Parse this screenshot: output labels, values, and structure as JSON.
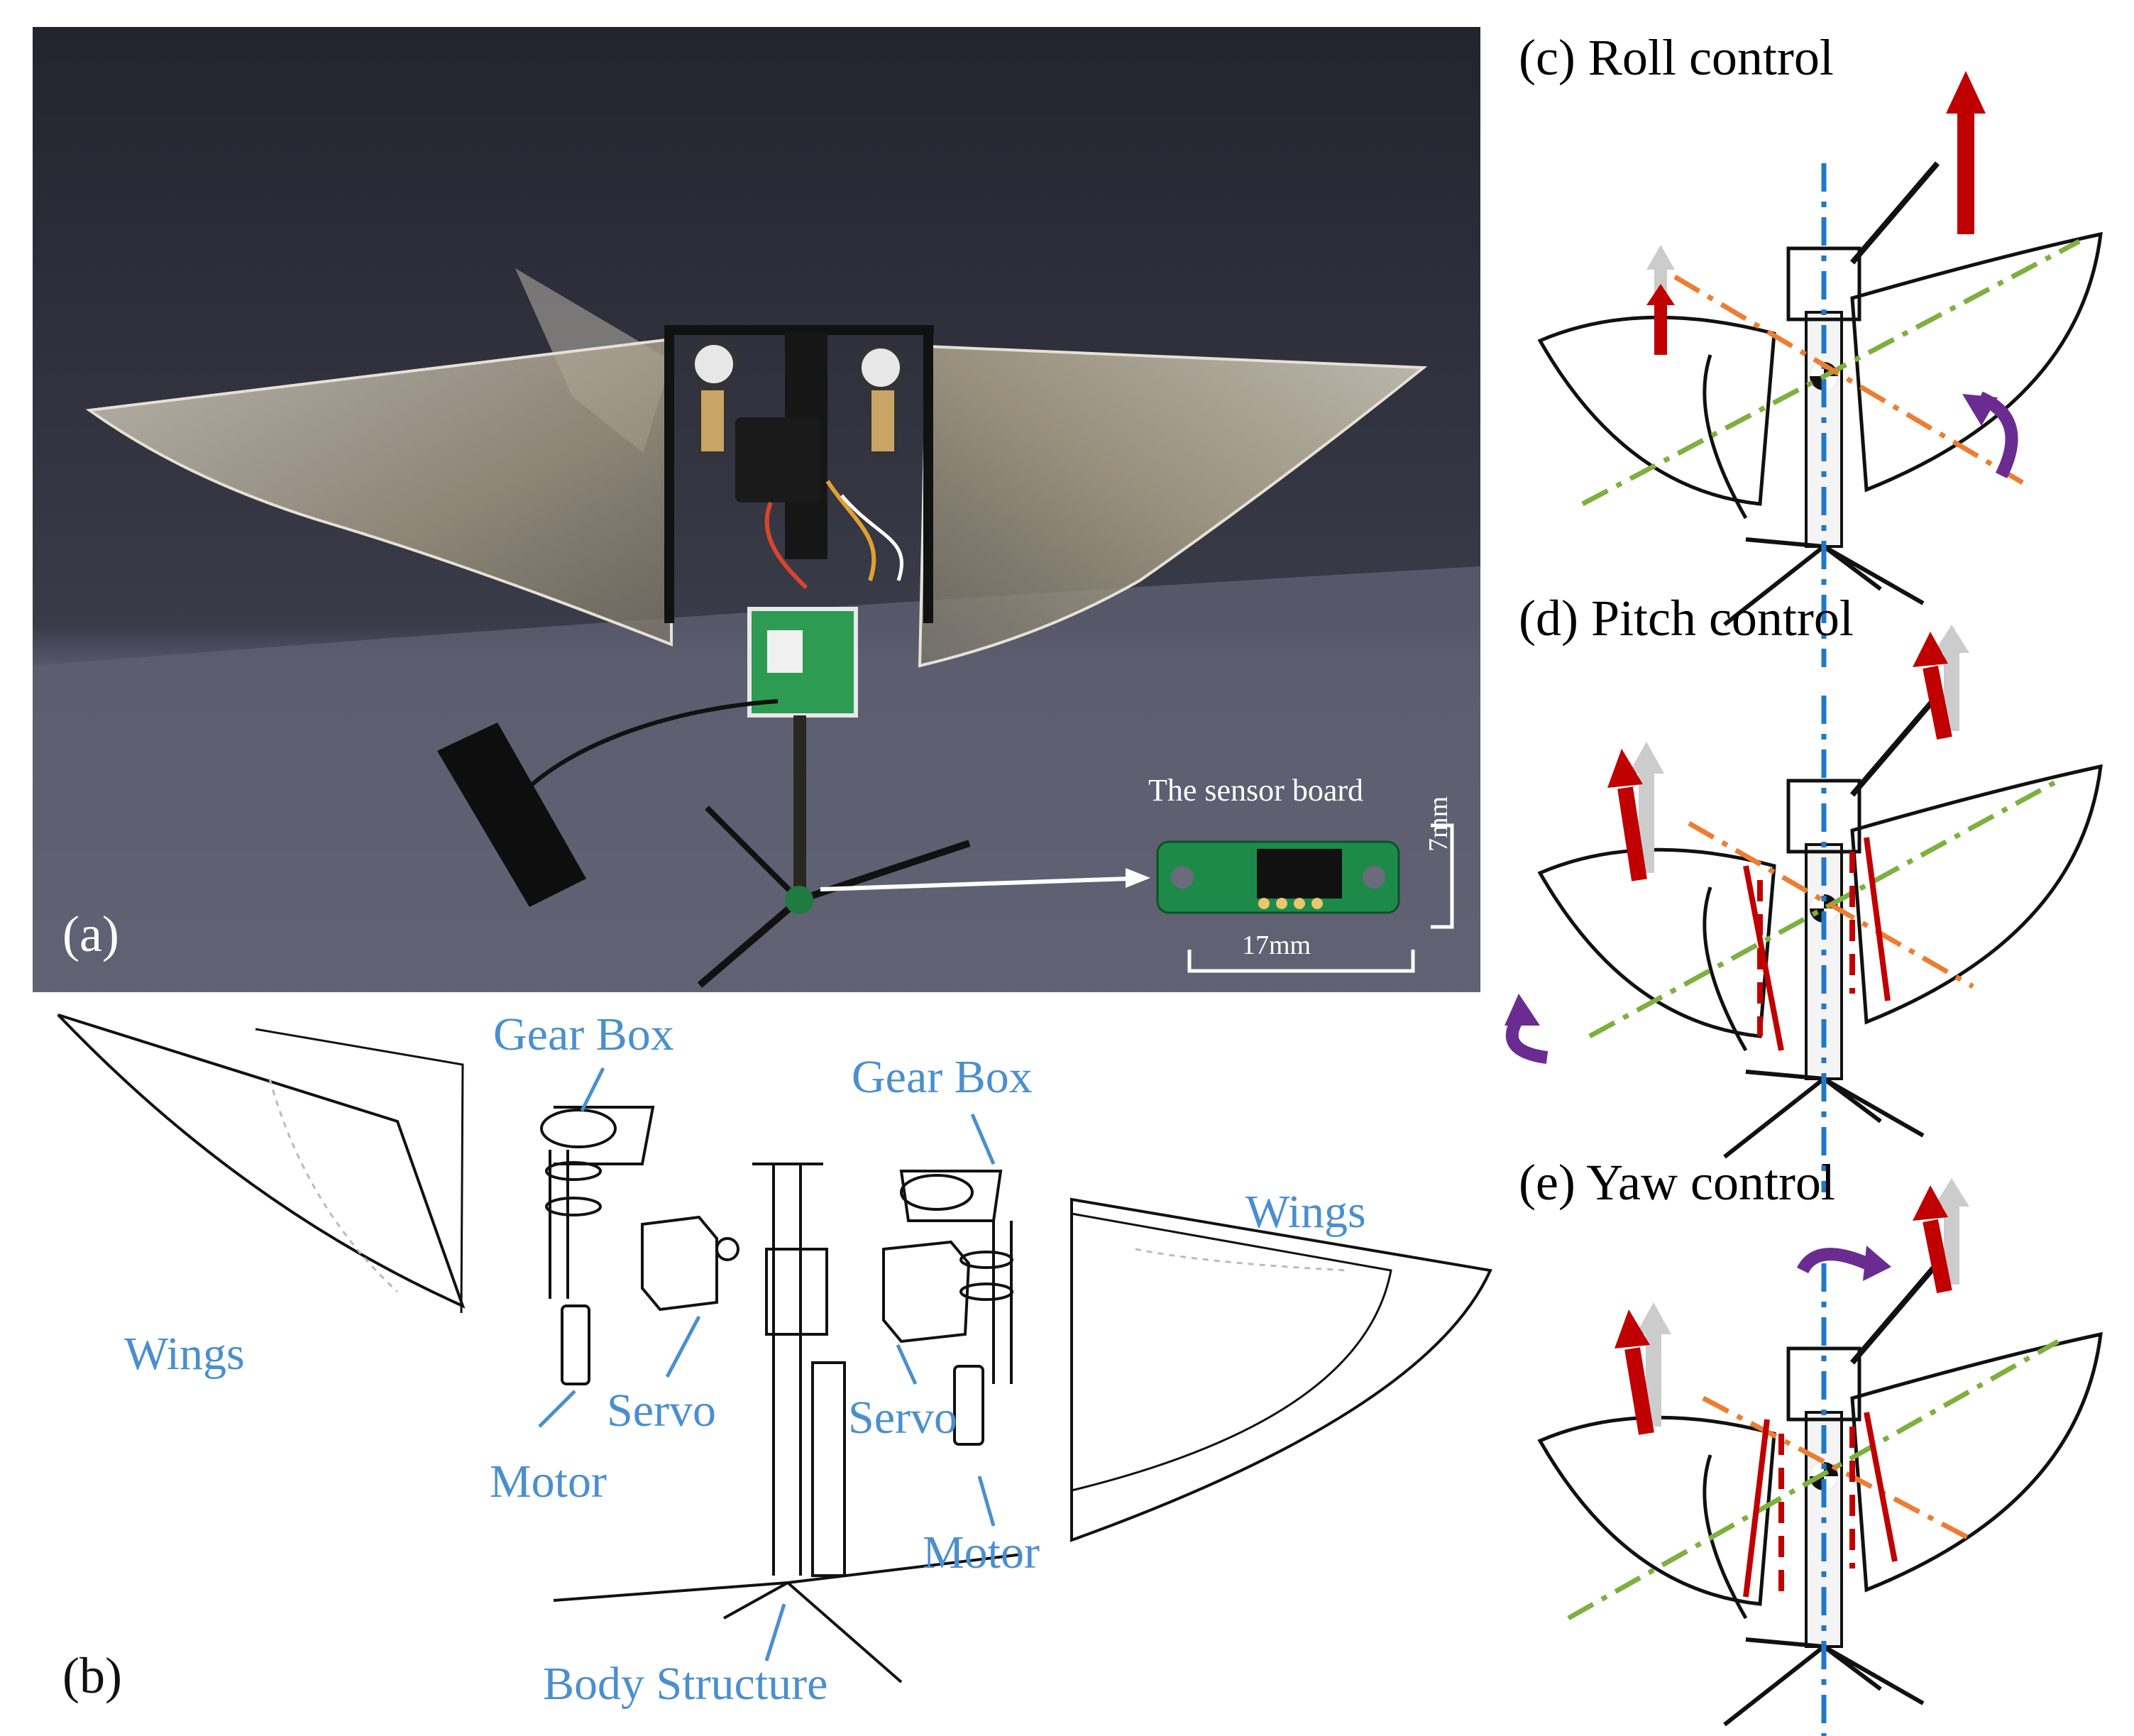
{
  "panels": {
    "a": {
      "label": "(a)",
      "sensor_board": {
        "title": "The sensor board",
        "width_label": "17mm",
        "height_label": "7mm"
      }
    },
    "b": {
      "label": "(b)",
      "parts": {
        "gear_box_left": "Gear Box",
        "gear_box_right": "Gear Box",
        "wings_left": "Wings",
        "wings_right": "Wings",
        "servo_left": "Servo",
        "servo_right": "Servo",
        "motor_left": "Motor",
        "motor_right": "Motor",
        "body_structure": "Body Structure"
      }
    },
    "c": {
      "title": "(c) Roll control"
    },
    "d": {
      "title": "(d) Pitch control"
    },
    "e": {
      "title": "(e) Yaw control"
    }
  },
  "colors": {
    "part_label": "#4a8fce",
    "thrust_arrow": "#c00000",
    "ghost_arrow": "#cccccc",
    "rotation_arrow": "#6a2c91",
    "roll_axis": "#7db03f",
    "pitch_axis": "#ed7d31",
    "yaw_axis": "#1f78c8",
    "photo_background": "#2b2c36",
    "sensor_pcb": "#1d8a4a"
  }
}
